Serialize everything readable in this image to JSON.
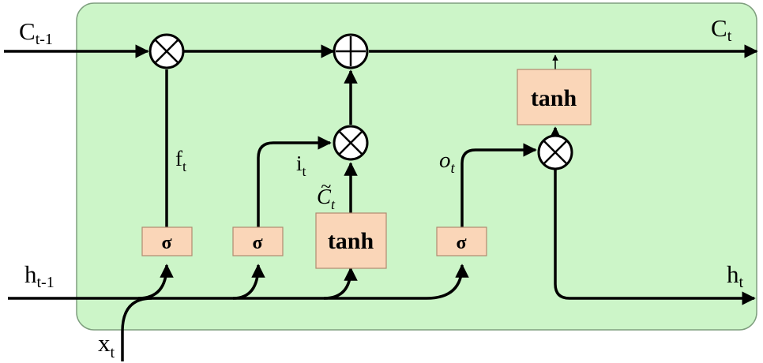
{
  "diagram": {
    "inputs": {
      "cell_prev_main": "C",
      "cell_prev_sub": "t-1",
      "hidden_prev_main": "h",
      "hidden_prev_sub": "t-1",
      "x_main": "x",
      "x_sub": "t"
    },
    "outputs": {
      "cell_main": "C",
      "cell_sub": "t",
      "hidden_main": "h",
      "hidden_sub": "t"
    },
    "gates": {
      "sigma_forget": "σ",
      "sigma_input": "σ",
      "tanh_candidate": "tanh",
      "sigma_output": "σ",
      "tanh_cell": "tanh"
    },
    "signals": {
      "forget_main": "f",
      "forget_sub": "t",
      "input_main": "i",
      "input_sub": "t",
      "candidate_main": "C",
      "candidate_tilde": "~",
      "candidate_sub": "t",
      "output_main": "o",
      "output_sub": "t"
    },
    "operators": {
      "multiply": "×",
      "add": "+"
    },
    "colors": {
      "cell_background": "#ccf5c8",
      "cell_border": "#7f9f7f",
      "gate_fill": "#fad6b8",
      "gate_border": "#b08a70",
      "line": "#000000"
    }
  }
}
